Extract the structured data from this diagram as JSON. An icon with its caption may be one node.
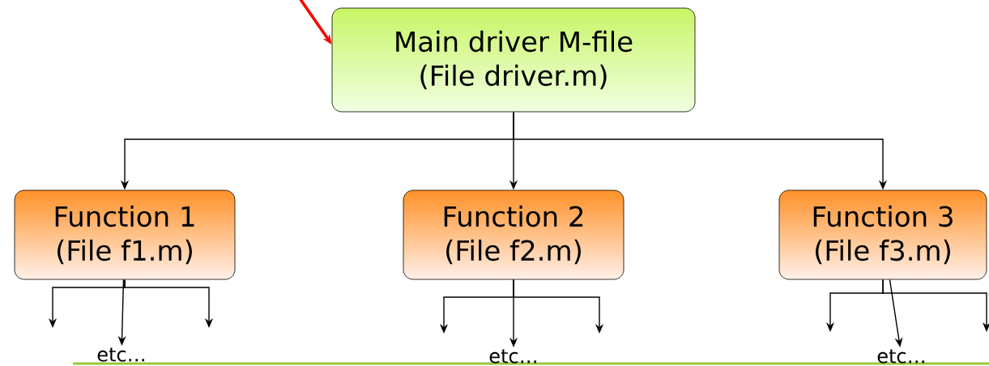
{
  "diagram": {
    "nodes": [
      {
        "text": [
          "Main driver M-file",
          "(File driver.m)"
        ]
      },
      {
        "text": [
          "Function 1",
          "(File f1.m)"
        ]
      },
      {
        "text": [
          "Function 2",
          "(File f2.m)"
        ]
      },
      {
        "text": [
          "Function 3",
          "(File f3.m)"
        ]
      },
      {
        "text": [
          "etc…"
        ]
      },
      {
        "text": [
          "etc…"
        ]
      },
      {
        "text": [
          "etc…"
        ]
      }
    ],
    "edges": [
      {
        "from": 0,
        "to": 1,
        "arrow": "to"
      },
      {
        "from": 0,
        "to": 2,
        "arrow": "to"
      },
      {
        "from": 0,
        "to": 3,
        "arrow": "to"
      },
      {
        "from": null,
        "to": 0,
        "arrow": "to",
        "style": "thick",
        "color": "#ff0000"
      },
      {
        "from": 1,
        "to": null,
        "arrow": "to"
      },
      {
        "from": 1,
        "to": 4,
        "arrow": "to"
      },
      {
        "from": 1,
        "to": null,
        "arrow": "to"
      },
      {
        "from": 2,
        "to": null,
        "arrow": "to"
      },
      {
        "from": 2,
        "to": 5,
        "arrow": "to"
      },
      {
        "from": 2,
        "to": null,
        "arrow": "to"
      },
      {
        "from": 3,
        "to": null,
        "arrow": "to"
      },
      {
        "from": 3,
        "to": 6,
        "arrow": "to"
      },
      {
        "from": 3,
        "to": null,
        "arrow": "to"
      }
    ]
  }
}
